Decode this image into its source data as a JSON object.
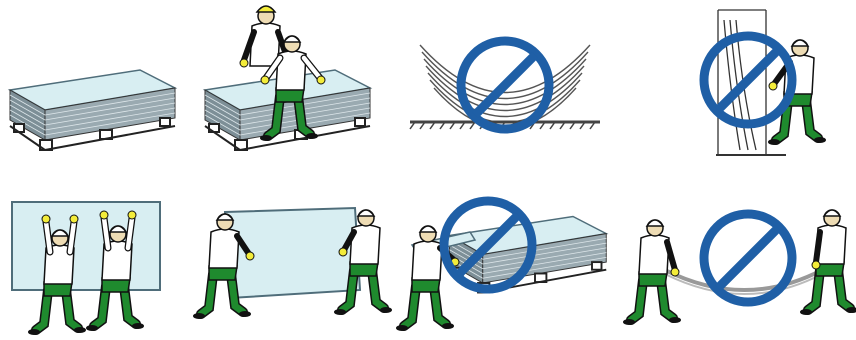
{
  "panels": [
    {
      "id": "stacked-boards",
      "prohibited": false
    },
    {
      "id": "two-person-lift-from-stack",
      "prohibited": false
    },
    {
      "id": "bent-board-on-ground",
      "prohibited": true
    },
    {
      "id": "single-person-lean-board",
      "prohibited": true
    },
    {
      "id": "two-person-vertical-carry",
      "prohibited": false
    },
    {
      "id": "two-person-horizontal-carry",
      "prohibited": false
    },
    {
      "id": "single-person-pull-from-stack",
      "prohibited": true
    },
    {
      "id": "two-person-sagging-carry",
      "prohibited": true
    }
  ],
  "colors": {
    "board_fill": "#d8eef2",
    "board_edge": "#4f6d7a",
    "stack_side": "#7d8f97",
    "pallet": "#222222",
    "shirt": "#ffffff",
    "pants": "#1f8a2e",
    "helmet": "#ffffff",
    "helmet_yellow": "#f3ec3a",
    "skin": "#eedcb4",
    "outline": "#111111",
    "prohibition": "#1f5fa6",
    "ground": "#444444"
  }
}
